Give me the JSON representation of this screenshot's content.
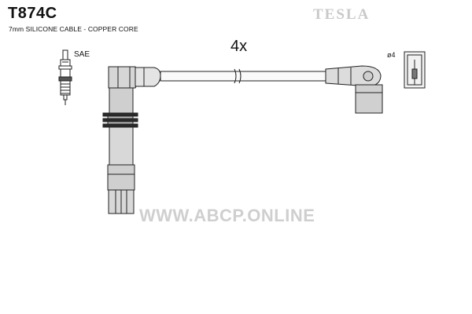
{
  "header": {
    "part_number": "T874C",
    "spec": "7mm SILICONE CABLE - COPPER CORE",
    "brand": "TESLA"
  },
  "diagram": {
    "quantity_label": "4x",
    "plug_standard": "SAE",
    "terminal_label": "ø4"
  },
  "watermark": "WWW.ABCP.ONLINE"
}
